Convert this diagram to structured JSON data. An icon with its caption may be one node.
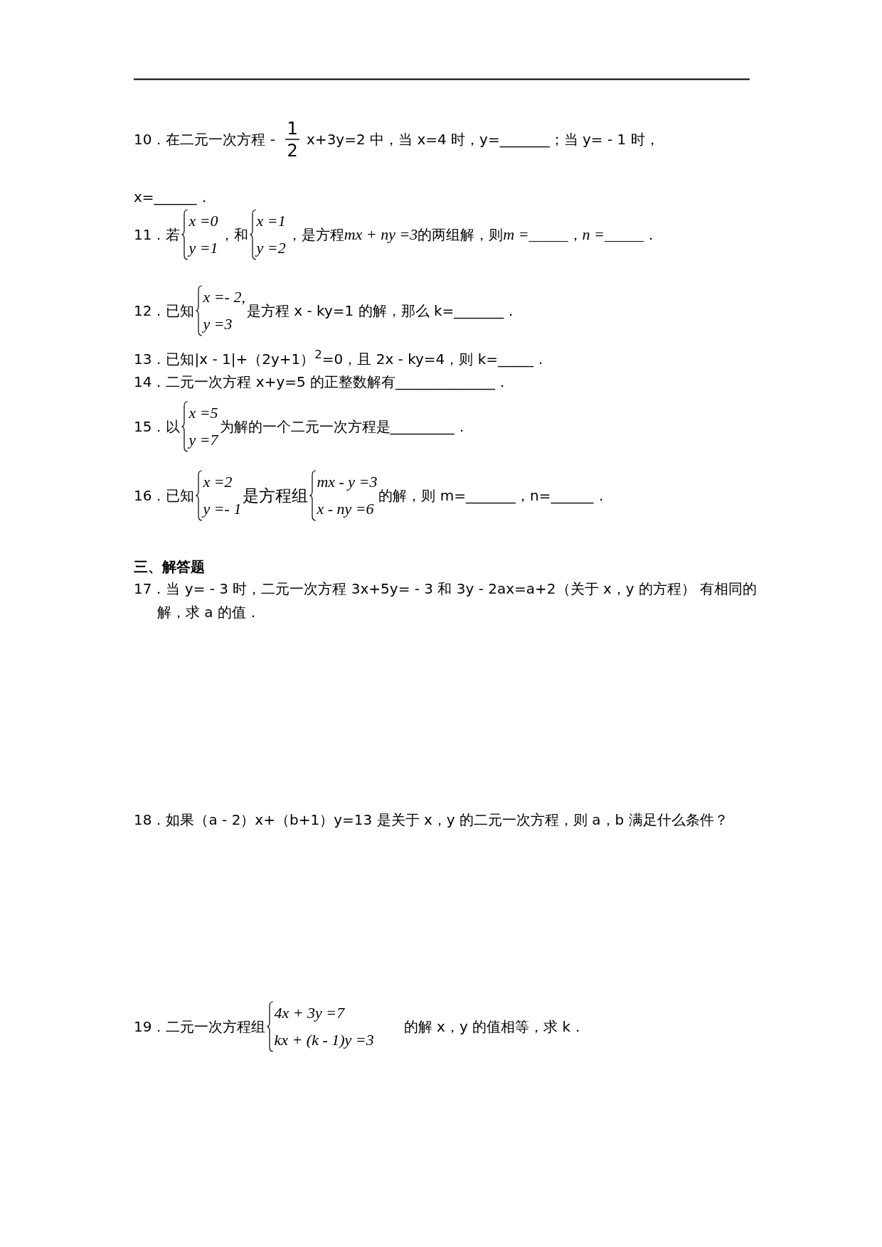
{
  "diagram": {
    "labels": [
      "10．在二元一次方程 -",
      "1",
      "2",
      "x+3y=2 中，当 x=4 时，y=_______；当 y= - 1 时，",
      "x=______．",
      "11．若",
      "x =0",
      "y =1",
      "，和",
      "x =1",
      "y =2",
      "，是方程",
      "mx + ny =3",
      "的两组解，则",
      "m =_____",
      "，",
      "n =_____",
      "．",
      "12．已知",
      "x =- 2,",
      "y =3",
      "是方程 x - ky=1 的解，那么 k=_______．",
      "13．已知|x - 1|+（2y+1）$^{2}$=0，且 2x - ky=4，则 k=_____．",
      "14．二元一次方程 x+y=5 的正整数解有______________．",
      "15．以",
      "x =5",
      "y =7",
      "为解的一个二元一次方程是_________．",
      "16．已知",
      "x =2",
      "y =- 1",
      "是方程组",
      "mx - y =3",
      "x - ny =6",
      "的解，则 m=_______，n=______．",
      "三、解答题",
      "17．当 y= - 3 时，二元一次方程 3x+5y= - 3 和 3y - 2ax=a+2（关于 x，y 的方程） 有相同的解，求 a 的值．",
      "18．如果（a - 2）x+（b+1）y=13 是关于 x，y 的二元一次方程，则 a，b 满足什么条件？",
      "19．二元一次方程组",
      "4x + 3y =7",
      "kx + (k - 1)y =3",
      "的解 x，y 的值相等，求 k．"
    ]
  }
}
